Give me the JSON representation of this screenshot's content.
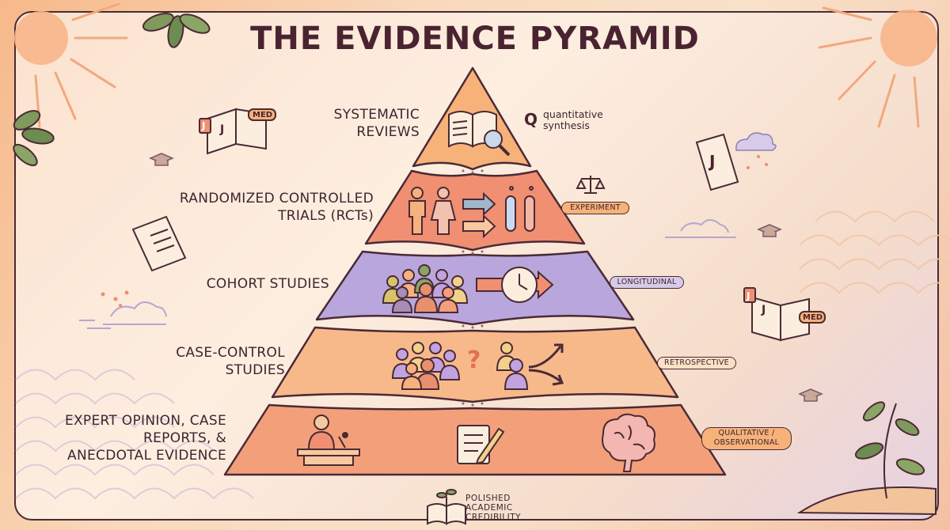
{
  "title": "THE EVIDENCE PYRAMID",
  "levels": [
    {
      "label_lines": [
        "SYSTEMATIC",
        "REVIEWS"
      ],
      "tag": "quantitative synthesis",
      "icon": "book-magnifier-icon",
      "color": "#f7b27a"
    },
    {
      "label_lines": [
        "RANDOMIZED CONTROLLED",
        "TRIALS (RCTs)"
      ],
      "tag": "EXPERIMENT",
      "icon": "people-test-tubes-icon",
      "color": "#f08f72"
    },
    {
      "label_lines": [
        "COHORT STUDIES"
      ],
      "tag": "LONGITUDINAL",
      "icon": "group-clock-icon",
      "color": "#b9a6dc"
    },
    {
      "label_lines": [
        "CASE-CONTROL",
        "STUDIES"
      ],
      "tag": "RETROSPECTIVE",
      "icon": "group-question-icon",
      "color": "#f8b98a"
    },
    {
      "label_lines": [
        "EXPERT OPINION, CASE",
        "REPORTS, &",
        "ANECDOTAL EVIDENCE"
      ],
      "tag_lines": [
        "QUALITATIVE /",
        "OBSERVATIONAL"
      ],
      "icon": "podium-notepad-brain-icon",
      "color": "#f3a07a"
    }
  ],
  "qs_lines": [
    "quantitative",
    "synthesis"
  ],
  "footer_lines": [
    "POLISHED",
    "ACADEMIC",
    "CREDIBILITY"
  ],
  "decor": {
    "journal_letter": "J",
    "med_label": "MED",
    "question_mark": "?",
    "q_letter": "Q"
  },
  "colors": {
    "outline": "#4a2a35",
    "title": "#4a2330"
  }
}
